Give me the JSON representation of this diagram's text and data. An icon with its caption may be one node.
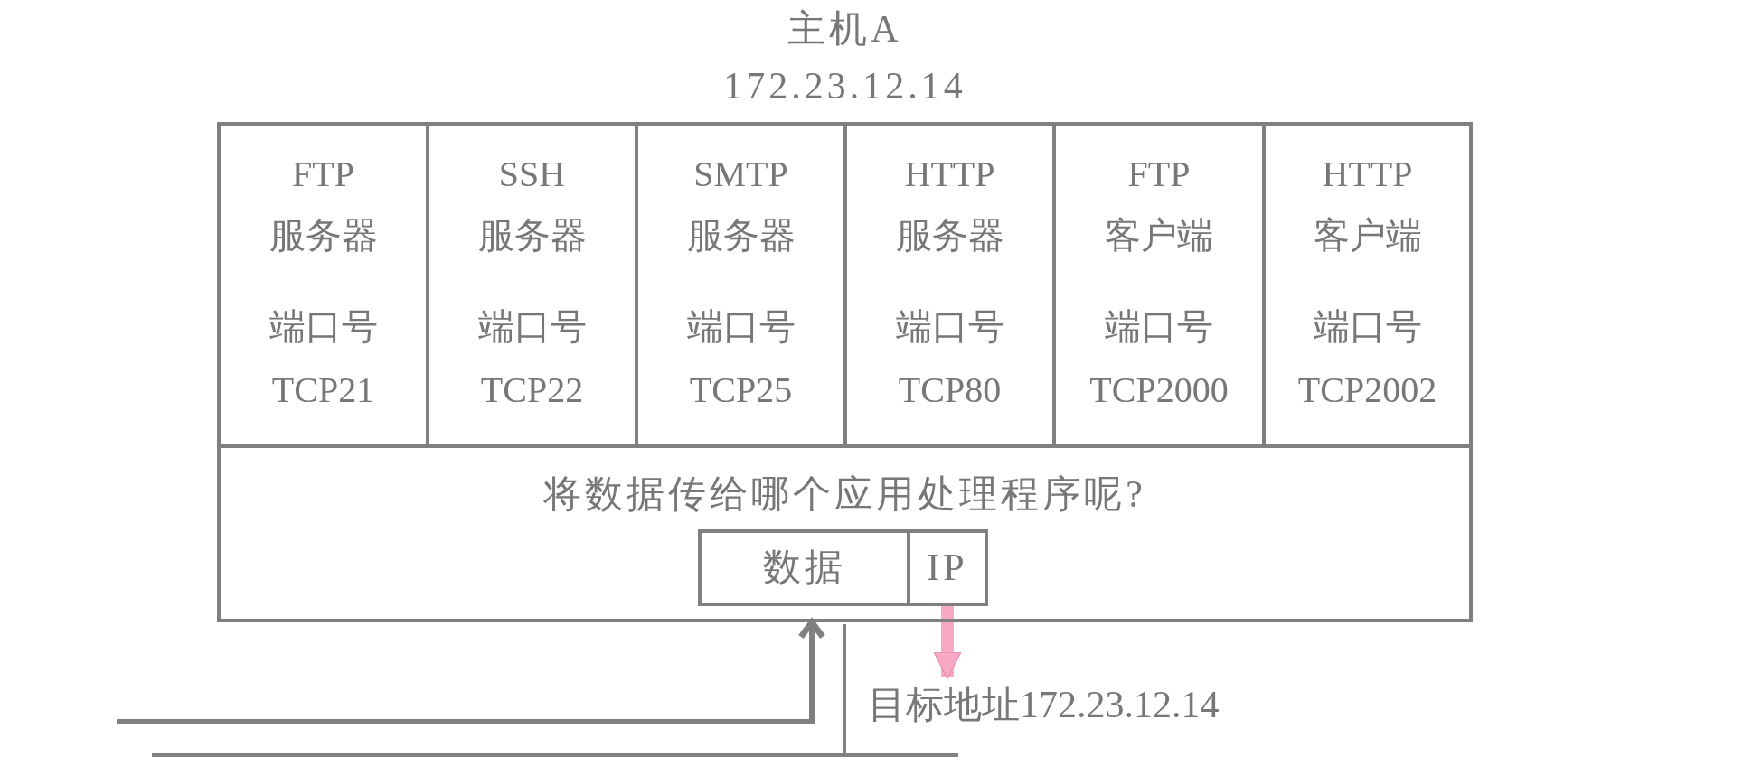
{
  "diagram": {
    "nodes": [
      {
        "text": [
          "主机A",
          "172.23.12.14",
          "将数据传给哪个应用处理程序呢?"
        ]
      },
      {
        "text": [
          "FTP 服务器",
          "端口号 TCP21"
        ],
        "in": 0
      },
      {
        "text": [
          "SSH 服务器",
          "端口号 TCP22"
        ],
        "in": 0
      },
      {
        "text": [
          "SMTP 服务器",
          "端口号 TCP25"
        ],
        "in": 0
      },
      {
        "text": [
          "HTTP 服务器",
          "端口号 TCP80"
        ],
        "in": 0
      },
      {
        "text": [
          "FTP 客户端",
          "端口号 TCP2000"
        ],
        "in": 0
      },
      {
        "text": [
          "HTTP 客户端",
          "端口号 TCP2002"
        ],
        "in": 0
      },
      {
        "text": [
          "数据"
        ],
        "in": 0
      },
      {
        "text": [
          "IP"
        ],
        "in": 0
      },
      {
        "text": [
          "目标地址172.23.12.14"
        ]
      }
    ],
    "edges": [
      {
        "from": null,
        "to": 0,
        "arrow": "to"
      },
      {
        "from": 8,
        "to": 9,
        "arrow": "to",
        "style": "thick",
        "color": "#f7a8c4"
      }
    ]
  }
}
